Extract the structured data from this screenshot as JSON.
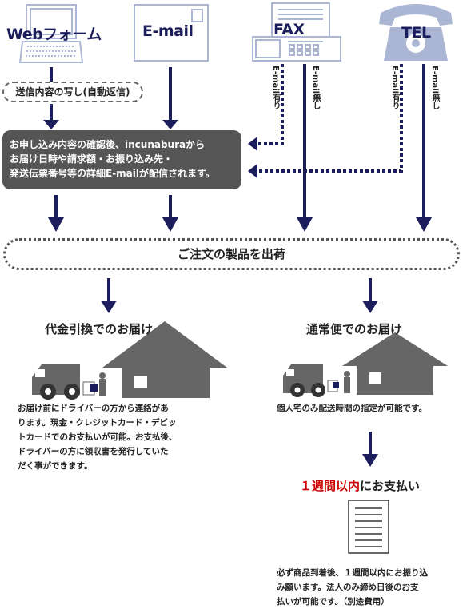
{
  "channels": {
    "web": "Webフォーム",
    "email": "E-mail",
    "fax": "FAX",
    "tel": "TEL"
  },
  "copy_note": "送信内容の写し(自動返信)",
  "branch_labels": {
    "fax_with_email": "E-mail有り",
    "fax_without_email": "E-mail無し",
    "tel_with_email": "E-mail有り",
    "tel_without_email": "E-mail無し"
  },
  "confirm_box": {
    "lines": [
      "お申し込み内容の確認後、incunaburaから",
      "お届け日時や請求額・お振り込み先・",
      "発送伝票番号等の詳細E-mailが配信されます。"
    ]
  },
  "shipping": "ご注文の製品を出荷",
  "cod": {
    "title": "代金引換でのお届け",
    "lines": [
      "お届け前にドライバーの方から連絡があ",
      "ります。現金・クレジットカード・デビッ",
      "トカードでのお支払いが可能。お支払後、",
      "ドライバーの方に領収書を発行していた",
      "だく事ができます。"
    ]
  },
  "regular": {
    "title": "通常便でのお届け",
    "note": "個人宅のみ配送時間の指定が可能です。",
    "payment_highlight": "１週間以内",
    "payment_suffix": "にお支払い",
    "lines": [
      "必ず商品到着後、１週間以内にお振り込",
      "み願います。法人のみ締め日後のお支",
      "払いが可能です。（別途費用）"
    ]
  },
  "colors": {
    "arrow": "#1c1d5c",
    "icon_outline": "#aab6d4",
    "dark_box": "#555555",
    "truck": "#666666",
    "highlight": "#cc0000"
  }
}
